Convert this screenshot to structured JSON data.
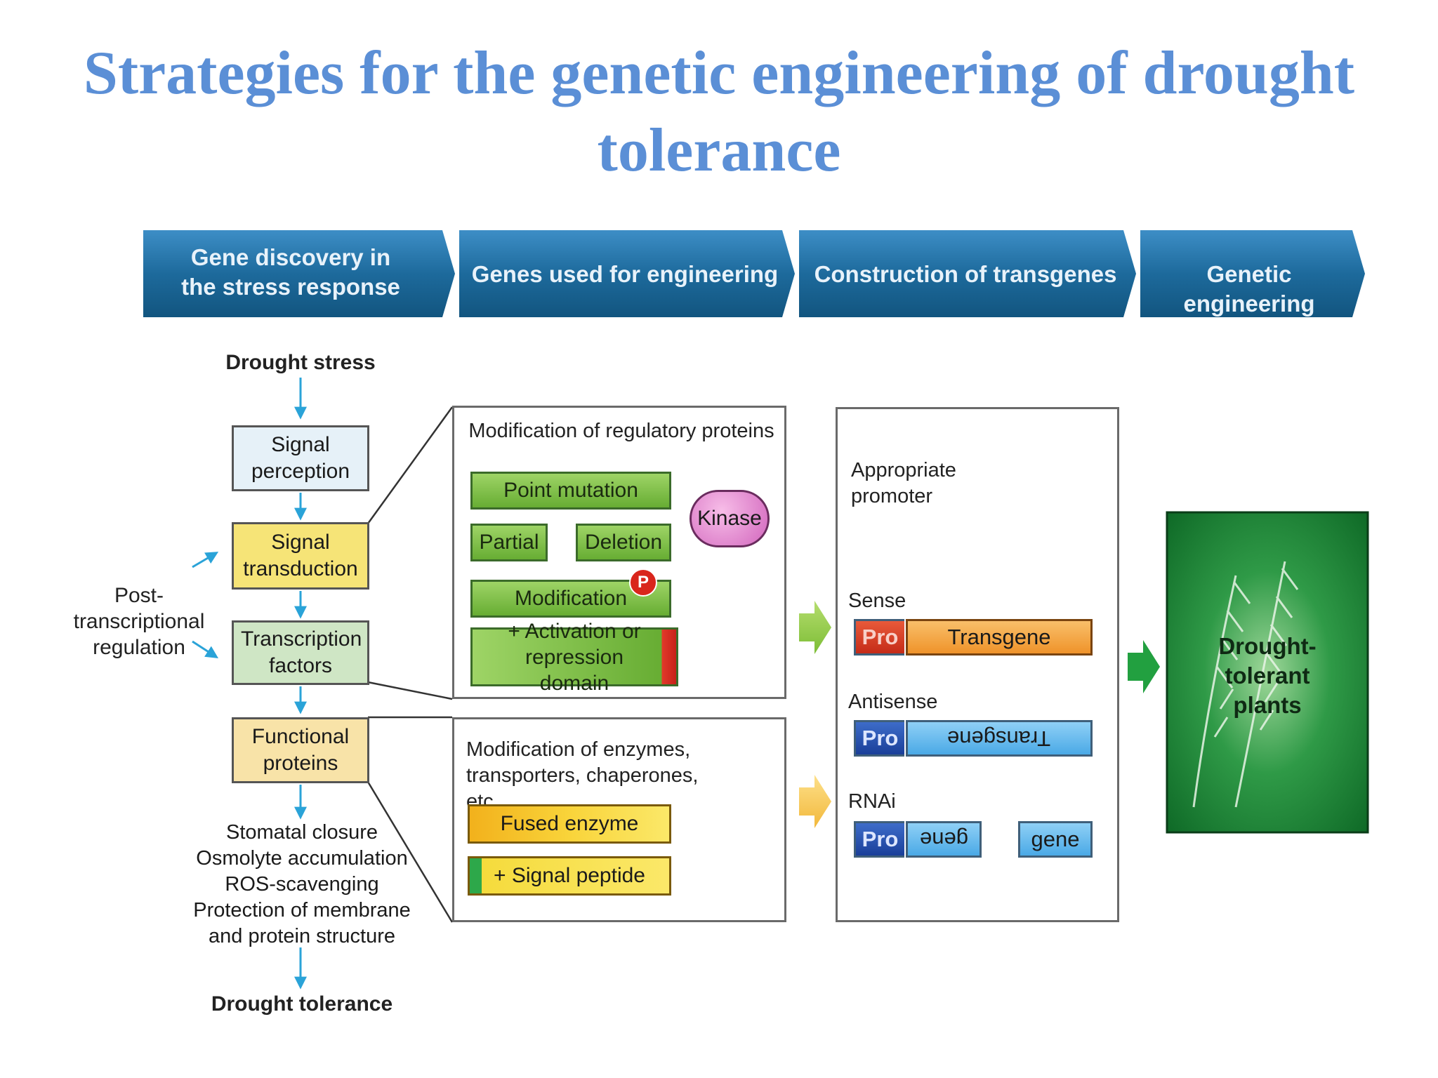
{
  "title": "Strategies for the genetic engineering of drought tolerance",
  "stages": [
    "Gene discovery in the stress response",
    "Genes used for engineering",
    "Construction of transgenes",
    "Genetic engineering"
  ],
  "pathway": {
    "start": "Drought stress",
    "signal_perception": "Signal perception",
    "signal_transduction": "Signal transduction",
    "transcription_factors": "Transcription factors",
    "functional_proteins": "Functional proteins",
    "post_transcriptional": "Post-transcriptional regulation",
    "outcomes": [
      "Stomatal closure",
      "Osmolyte accumulation",
      "ROS-scavenging",
      "Protection of membrane",
      "and protein structure"
    ],
    "end": "Drought tolerance"
  },
  "regulatory_panel": {
    "heading": "Modification of regulatory proteins",
    "point_mutation": "Point mutation",
    "partial": "Partial",
    "deletion": "Deletion",
    "modification": "Modification",
    "activation": "+ Activation or repression domain",
    "kinase": "Kinase",
    "phospho": "P"
  },
  "enzyme_panel": {
    "heading": "Modification of enzymes, transporters, chaperones, etc.",
    "fused_enzyme": "Fused enzyme",
    "signal_peptide": "+ Signal peptide"
  },
  "transgene_panel": {
    "promoter_label": "Appropriate promoter",
    "sense": "Sense",
    "antisense": "Antisense",
    "rnai": "RNAi",
    "pro": "Pro",
    "transgene": "Transgene",
    "antisense_transgene": "Transgene",
    "gene_reverse": "gene",
    "gene_forward": "gene"
  },
  "result": "Drought-tolerant plants",
  "colors": {
    "title": "#5b8fd6",
    "banner": "#1d6a9c",
    "flow_arrow": "#2aa3d8",
    "regulatory_green": "#7cc043",
    "enzyme_yellow": "#f6d12a",
    "sense_orange": "#f3a03a",
    "antisense_blue": "#5bb8ec",
    "promoter_red": "#b01e14",
    "result_green": "#1f8a3a"
  }
}
